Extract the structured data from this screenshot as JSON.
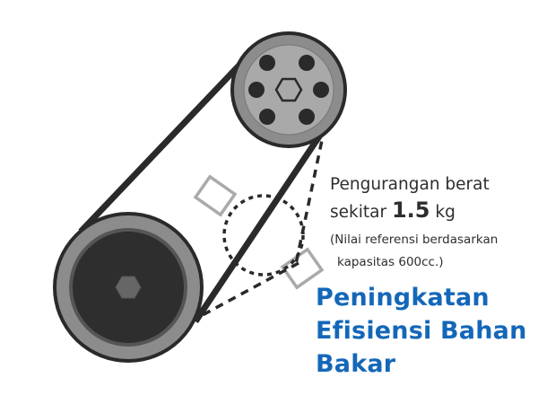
{
  "caption": {
    "line1": "Pengurangan berat",
    "line2_prefix": "sekitar",
    "weight_value": "1.5",
    "weight_unit": "kg",
    "note_line1": "(Nilai referensi berdasarkan",
    "note_line2": "kapasitas 600cc.)"
  },
  "headline": {
    "line1": "Peningkatan",
    "line2": "Efisiensi Bahan",
    "line3": "Bakar"
  },
  "colors": {
    "accent_blue": "#1467b8",
    "belt_dark": "#2a2a2a",
    "pulley_gray": "#8c8c8c",
    "hub_gray": "#a9a9a9",
    "ghost_gray": "#aaaaaa"
  }
}
